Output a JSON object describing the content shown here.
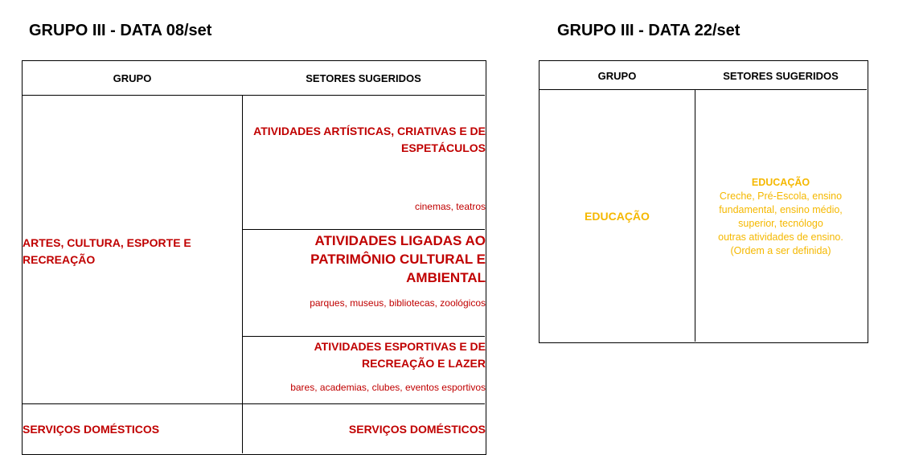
{
  "left": {
    "title": "GRUPO III - DATA 08/set",
    "header": {
      "grupo": "GRUPO",
      "setores": "SETORES SUGERIDOS"
    },
    "group1": "ARTES, CULTURA, ESPORTE E RECREAÇÃO",
    "sector1_title": "ATIVIDADES ARTÍSTICAS, CRIATIVAS E DE ESPETÁCULOS",
    "sector1_detail": "cinemas, teatros",
    "sector2_title": "ATIVIDADES LIGADAS AO PATRIMÔNIO CULTURAL E AMBIENTAL",
    "sector2_detail": "parques, museus, bibliotecas, zoológicos",
    "sector3_title": "ATIVIDADES ESPORTIVAS E DE RECREAÇÃO E LAZER",
    "sector3_detail": "bares, academias, clubes, eventos esportivos",
    "group2": "SERVIÇOS DOMÉSTICOS",
    "sector4_title": "SERVIÇOS DOMÉSTICOS"
  },
  "right": {
    "title": "GRUPO III - DATA 22/set",
    "header": {
      "grupo": "GRUPO",
      "setores": "SETORES SUGERIDOS"
    },
    "group": "EDUCAÇÃO",
    "sector_title": "EDUCAÇÃO",
    "sector_lines": [
      "Creche, Pré-Escola, ensino",
      "fundamental, ensino médio,",
      "superior, tecnólogo",
      "outras atividades de ensino.",
      "(Ordem a ser definida)"
    ]
  },
  "colors": {
    "red": "#c00000",
    "yellow": "#f5b800"
  }
}
